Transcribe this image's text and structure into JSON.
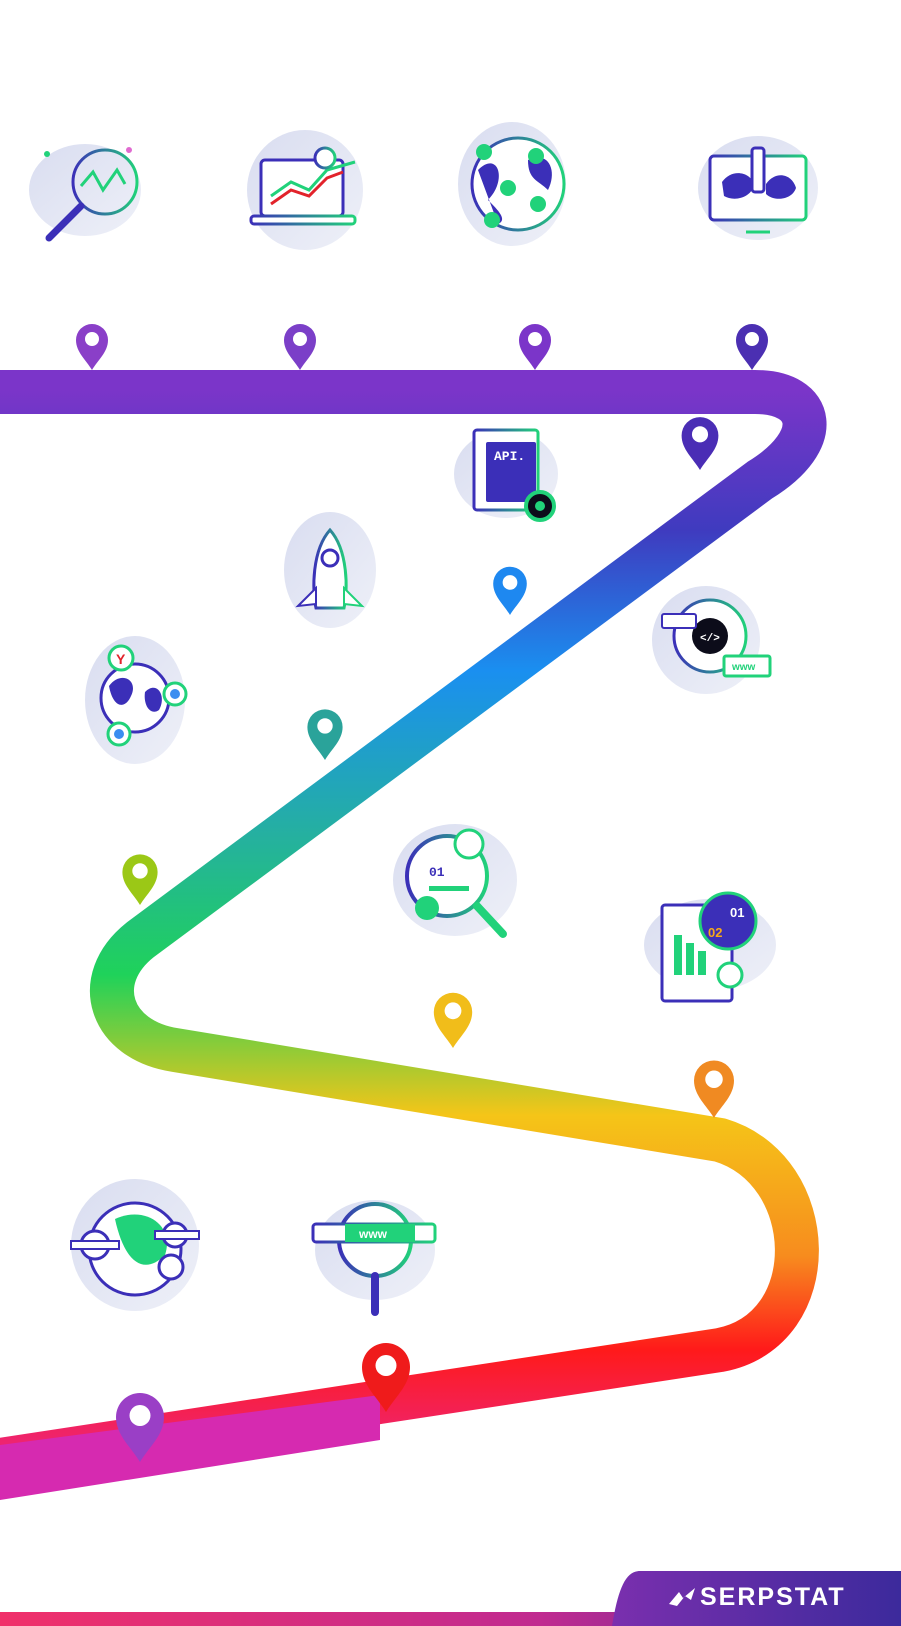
{
  "brand": {
    "name": "SERPSTAT",
    "accent": "#4b2a9c"
  },
  "illustrations": [
    {
      "name": "magnifier-chart-icon"
    },
    {
      "name": "laptop-analytics-icon"
    },
    {
      "name": "globe-checkmarks-icon"
    },
    {
      "name": "monitor-wrench-map-icon"
    },
    {
      "name": "api-settings-icon",
      "label": "API."
    },
    {
      "name": "rocket-icon"
    },
    {
      "name": "code-gear-icon",
      "label": "www"
    },
    {
      "name": "globe-browsers-icon"
    },
    {
      "name": "search-data-icon",
      "label": "01"
    },
    {
      "name": "report-dashboard-icon",
      "labels": [
        "01",
        "02"
      ]
    },
    {
      "name": "globe-pins-icon"
    },
    {
      "name": "www-search-icon",
      "label": "www"
    }
  ],
  "road_colors": [
    "#7b35c9",
    "#3f3bbf",
    "#1a8ff0",
    "#1fd25a",
    "#f5c518",
    "#ff1a1a",
    "#d62ab0"
  ],
  "pin_colors": [
    "#8a3fc8",
    "#7b3fc8",
    "#7b35c9",
    "#4b2fb2",
    "#4a2db5",
    "#1e88f0",
    "#2aa39a",
    "#9bc816",
    "#f1bd1a",
    "#f08a22",
    "#ef1b1b",
    "#9a3fc6"
  ]
}
